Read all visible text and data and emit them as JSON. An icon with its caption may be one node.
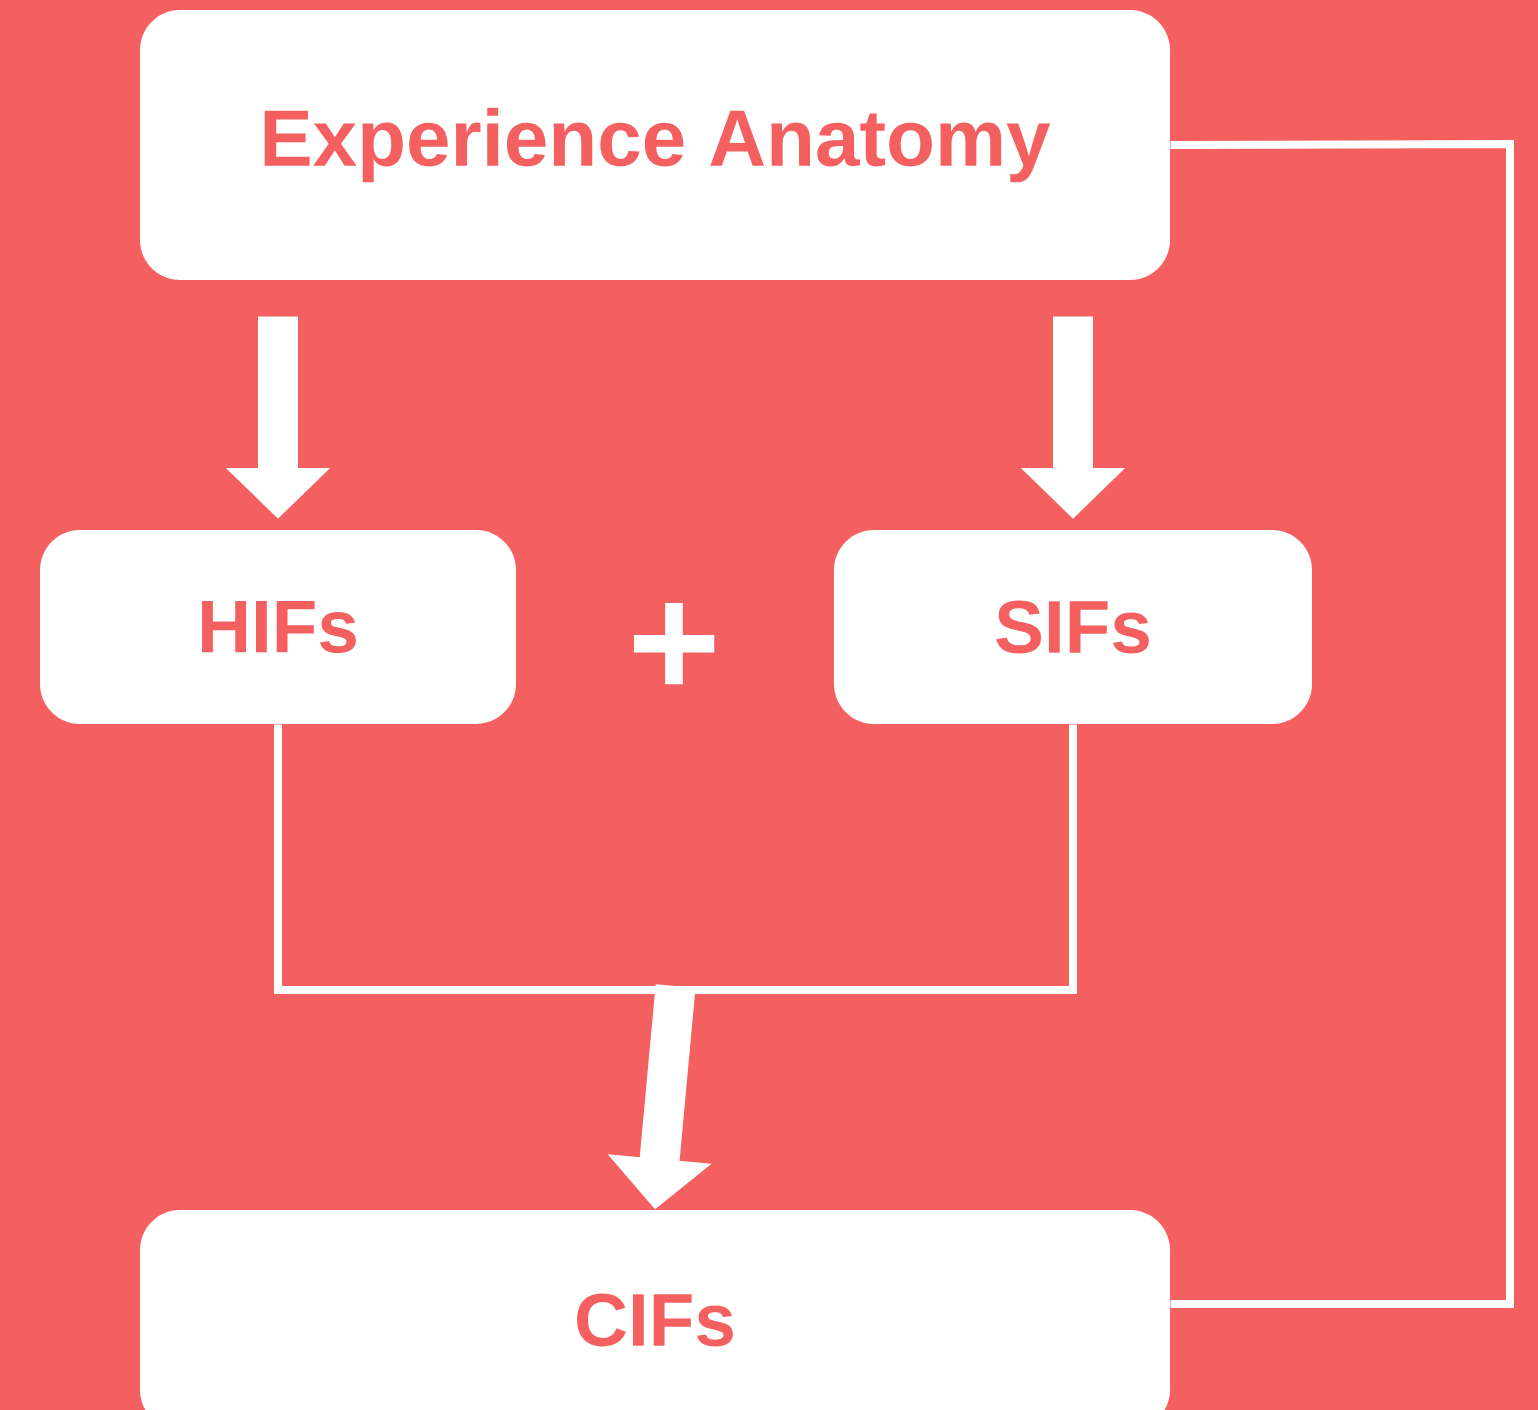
{
  "diagram": {
    "nodes": [
      {
        "text": [
          "Experience Anatomy"
        ]
      },
      {
        "text": [
          "HIFs"
        ]
      },
      {
        "text": [
          "SIFs"
        ]
      },
      {
        "text": [
          "CIFs"
        ]
      }
    ],
    "edges": [
      {
        "from": 0,
        "to": 1,
        "arrow": "to",
        "style": "thick"
      },
      {
        "from": 0,
        "to": 2,
        "arrow": "to",
        "style": "thick"
      },
      {
        "from": 1,
        "to": 3,
        "arrow": "to"
      },
      {
        "from": 2,
        "to": 3,
        "arrow": "to"
      },
      {
        "from": 0,
        "to": 3,
        "arrow": "none"
      }
    ],
    "labels": [
      "+"
    ]
  }
}
